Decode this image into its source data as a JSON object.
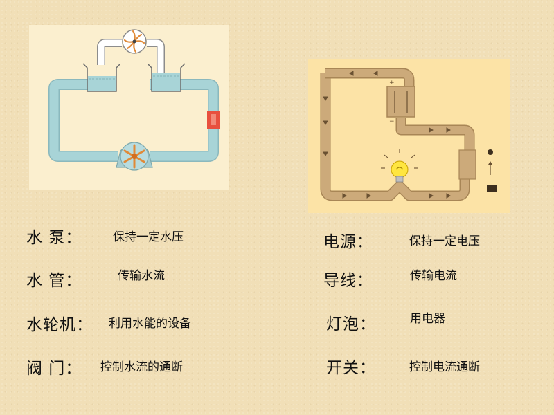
{
  "water": {
    "pump": {
      "term": "水  泵：",
      "desc": "保持一定水压"
    },
    "pipe": {
      "term": "水  管：",
      "desc": "传输水流"
    },
    "wheel": {
      "term": "水轮机：",
      "desc": "利用水能的设备"
    },
    "valve": {
      "term": "阀  门：",
      "desc": "控制水流的通断"
    }
  },
  "electric": {
    "source": {
      "term": "电源：",
      "desc": "保持一定电压"
    },
    "wire": {
      "term": "导线：",
      "desc": "传输电流"
    },
    "bulb": {
      "term": "灯泡：",
      "desc": "用电器"
    },
    "switch": {
      "term": "开关：",
      "desc": "控制电流通断"
    }
  },
  "battery_labels": {
    "plus": "+",
    "minus": "−"
  },
  "colors": {
    "water_pipe": "#a8d4d7",
    "water_pipe_edge": "#8ab8bd",
    "valve": "#e8503e",
    "pump_body": "#a7cdd0",
    "impeller": "#e08a38",
    "wire_fill": "#ccaa7a",
    "wire_edge": "#a88656",
    "bulb_glow": "#ffe640"
  }
}
